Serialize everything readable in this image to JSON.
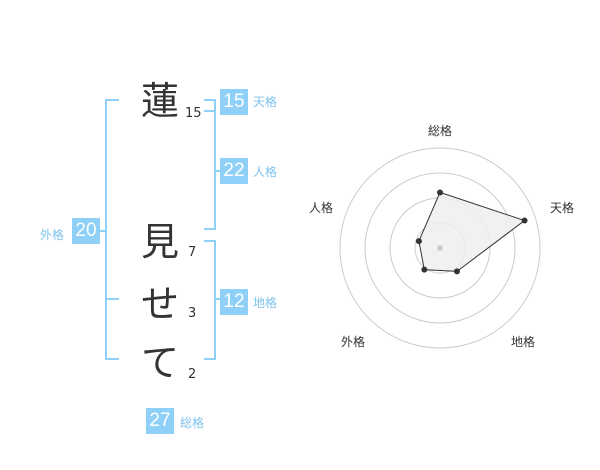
{
  "name": {
    "chars": [
      {
        "char": "蓮",
        "strokes": "15"
      },
      {
        "char": "見",
        "strokes": "7"
      },
      {
        "char": "せ",
        "strokes": "3"
      },
      {
        "char": "て",
        "strokes": "2"
      }
    ]
  },
  "fortunes": {
    "tenkaku": {
      "label": "天格",
      "value": "15"
    },
    "jinkaku": {
      "label": "人格",
      "value": "22"
    },
    "chikaku": {
      "label": "地格",
      "value": "12"
    },
    "gaikaku": {
      "label": "外格",
      "value": "20"
    },
    "soukaku": {
      "label": "総格",
      "value": "27"
    }
  },
  "colors": {
    "accent": "#8fd0f8",
    "accent_text": "#7ec3ee",
    "text": "#333333",
    "radar_ring": "#cccccc",
    "radar_fill": "#eeeeee"
  },
  "chart_data": {
    "type": "radar",
    "axes": [
      "総格",
      "天格",
      "地格",
      "外格",
      "人格"
    ],
    "scale_rings": 4,
    "values": [
      2.5,
      4.0,
      1.3,
      1.2,
      1.0
    ],
    "max": 4.5
  }
}
